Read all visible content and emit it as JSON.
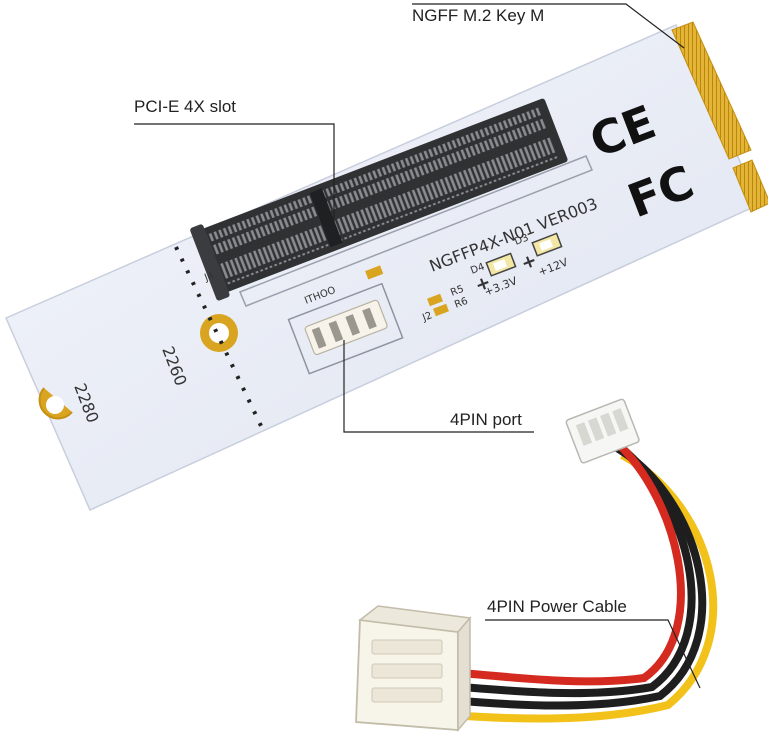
{
  "callouts": {
    "ngff": "NGFF M.2 Key M",
    "pcie_slot": "PCI-E 4X slot",
    "four_pin_port": "4PIN port",
    "four_pin_cable": "4PIN Power Cable"
  },
  "board": {
    "model": "NGFFP4X-N01 VER003",
    "mark_2260": "2260",
    "mark_2280": "2280",
    "ref_j4": "J4",
    "ref_j2": "J2",
    "ref_r5": "R5",
    "ref_r6": "R6",
    "ref_d4": "D4",
    "ref_d3": "D3",
    "voltage_3v3": "+3.3V",
    "voltage_12v": "+12V",
    "header_label": "ITHOO",
    "logo_ce": "CE",
    "logo_fc": "FC"
  },
  "colors": {
    "pcb": "#e9edf7",
    "slot": "#2f3133",
    "gold": "#d9a521",
    "wire_red": "#d42a20",
    "wire_black": "#1e1e1e",
    "wire_yellow": "#f2c21a"
  }
}
